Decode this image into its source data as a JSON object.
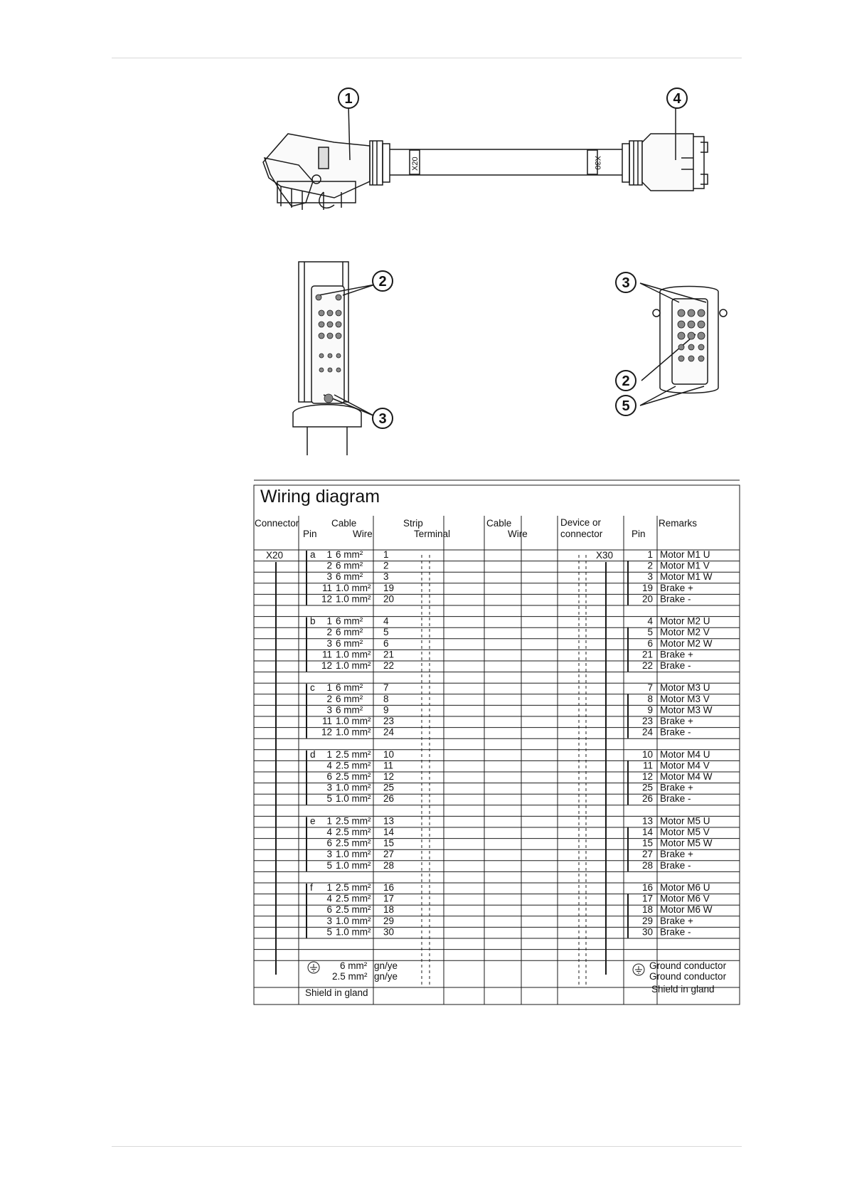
{
  "colors": {
    "line": "#1a1a1a",
    "rule": "#d8d8d8"
  },
  "callouts": [
    "1",
    "4",
    "2",
    "3",
    "2",
    "5",
    "3"
  ],
  "cable_labels": {
    "left": "X20",
    "right": "X30"
  },
  "diagram": {
    "title": "Wiring diagram",
    "headers": {
      "connector": "Connector",
      "pin": "Pin",
      "cable": "Cable",
      "wire": "Wire",
      "strip": "Strip",
      "terminal": "Terminal",
      "cable2": "Cable",
      "wire2": "Wire",
      "device1": "Device or",
      "device2": "connector",
      "pin2": "Pin",
      "remarks": "Remarks"
    },
    "left_connector": "X20",
    "right_connector": "X30",
    "groups": [
      {
        "letter": "a",
        "rows": [
          {
            "pin": "1",
            "cable": "6 mm²",
            "wire": "1",
            "rpin": "1",
            "remark": "Motor M1 U"
          },
          {
            "pin": "2",
            "cable": "6 mm²",
            "wire": "2",
            "rpin": "2",
            "remark": "Motor M1 V"
          },
          {
            "pin": "3",
            "cable": "6 mm²",
            "wire": "3",
            "rpin": "3",
            "remark": "Motor M1 W"
          },
          {
            "pin": "11",
            "cable": "1.0 mm²",
            "wire": "19",
            "rpin": "19",
            "remark": "Brake +"
          },
          {
            "pin": "12",
            "cable": "1.0 mm²",
            "wire": "20",
            "rpin": "20",
            "remark": "Brake -"
          }
        ]
      },
      {
        "letter": "b",
        "rows": [
          {
            "pin": "1",
            "cable": "6 mm²",
            "wire": "4",
            "rpin": "4",
            "remark": "Motor M2 U"
          },
          {
            "pin": "2",
            "cable": "6 mm²",
            "wire": "5",
            "rpin": "5",
            "remark": "Motor M2 V"
          },
          {
            "pin": "3",
            "cable": "6 mm²",
            "wire": "6",
            "rpin": "6",
            "remark": "Motor M2 W"
          },
          {
            "pin": "11",
            "cable": "1.0 mm²",
            "wire": "21",
            "rpin": "21",
            "remark": "Brake +"
          },
          {
            "pin": "12",
            "cable": "1.0 mm²",
            "wire": "22",
            "rpin": "22",
            "remark": "Brake -"
          }
        ]
      },
      {
        "letter": "c",
        "rows": [
          {
            "pin": "1",
            "cable": "6 mm²",
            "wire": "7",
            "rpin": "7",
            "remark": "Motor M3 U"
          },
          {
            "pin": "2",
            "cable": "6 mm²",
            "wire": "8",
            "rpin": "8",
            "remark": "Motor M3 V"
          },
          {
            "pin": "3",
            "cable": "6 mm²",
            "wire": "9",
            "rpin": "9",
            "remark": "Motor M3 W"
          },
          {
            "pin": "11",
            "cable": "1.0 mm²",
            "wire": "23",
            "rpin": "23",
            "remark": "Brake +"
          },
          {
            "pin": "12",
            "cable": "1.0 mm²",
            "wire": "24",
            "rpin": "24",
            "remark": "Brake -"
          }
        ]
      },
      {
        "letter": "d",
        "rows": [
          {
            "pin": "1",
            "cable": "2.5 mm²",
            "wire": "10",
            "rpin": "10",
            "remark": "Motor M4 U"
          },
          {
            "pin": "4",
            "cable": "2.5 mm²",
            "wire": "11",
            "rpin": "11",
            "remark": "Motor M4 V"
          },
          {
            "pin": "6",
            "cable": "2.5 mm²",
            "wire": "12",
            "rpin": "12",
            "remark": "Motor M4 W"
          },
          {
            "pin": "3",
            "cable": "1.0 mm²",
            "wire": "25",
            "rpin": "25",
            "remark": "Brake +"
          },
          {
            "pin": "5",
            "cable": "1.0 mm²",
            "wire": "26",
            "rpin": "26",
            "remark": "Brake -"
          }
        ]
      },
      {
        "letter": "e",
        "rows": [
          {
            "pin": "1",
            "cable": "2.5 mm²",
            "wire": "13",
            "rpin": "13",
            "remark": "Motor M5 U"
          },
          {
            "pin": "4",
            "cable": "2.5 mm²",
            "wire": "14",
            "rpin": "14",
            "remark": "Motor M5 V"
          },
          {
            "pin": "6",
            "cable": "2.5 mm²",
            "wire": "15",
            "rpin": "15",
            "remark": "Motor M5 W"
          },
          {
            "pin": "3",
            "cable": "1.0 mm²",
            "wire": "27",
            "rpin": "27",
            "remark": "Brake +"
          },
          {
            "pin": "5",
            "cable": "1.0 mm²",
            "wire": "28",
            "rpin": "28",
            "remark": "Brake -"
          }
        ]
      },
      {
        "letter": "f",
        "rows": [
          {
            "pin": "1",
            "cable": "2.5 mm²",
            "wire": "16",
            "rpin": "16",
            "remark": "Motor M6 U"
          },
          {
            "pin": "4",
            "cable": "2.5 mm²",
            "wire": "17",
            "rpin": "17",
            "remark": "Motor M6 V"
          },
          {
            "pin": "6",
            "cable": "2.5 mm²",
            "wire": "18",
            "rpin": "18",
            "remark": "Motor M6 W"
          },
          {
            "pin": "3",
            "cable": "1.0 mm²",
            "wire": "29",
            "rpin": "29",
            "remark": "Brake +"
          },
          {
            "pin": "5",
            "cable": "1.0 mm²",
            "wire": "30",
            "rpin": "30",
            "remark": "Brake -"
          }
        ]
      }
    ],
    "ground": {
      "cable1": "6 mm²",
      "cable2": "2.5 mm²",
      "wire1": "gn/ye",
      "wire2": "gn/ye",
      "remark1": "Ground conductor",
      "remark2": "Ground conductor"
    },
    "shield_left": "Shield in gland",
    "shield_right": "Shield in gland"
  }
}
